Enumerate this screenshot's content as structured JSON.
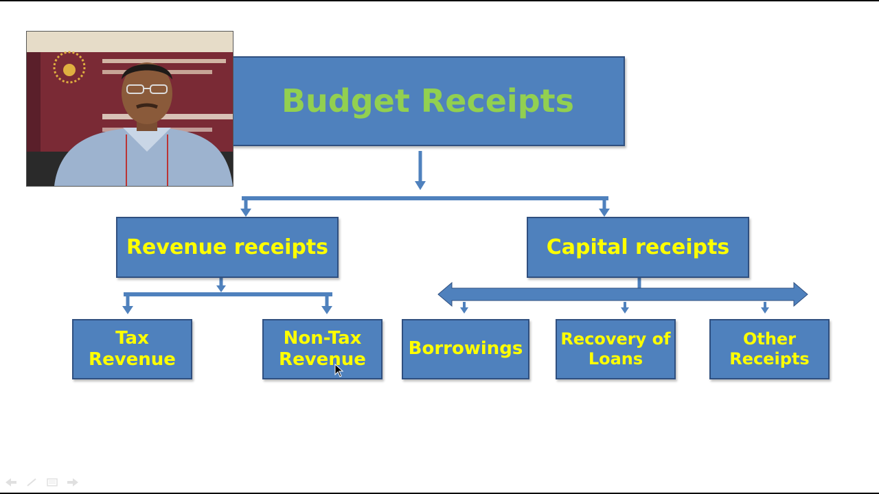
{
  "slide": {
    "title": "Budget Receipts",
    "level1": {
      "revenue": "Revenue receipts",
      "capital": "Capital receipts"
    },
    "leaves": {
      "tax": "Tax Revenue",
      "nontax": "Non-Tax Revenue",
      "borrowings": "Borrowings",
      "recovery": "Recovery of Loans",
      "other": "Other Receipts"
    }
  },
  "colors": {
    "box_fill": "#4f81bd",
    "box_border": "#2f4f7f",
    "title_text": "#92d050",
    "label_text": "#ffff00",
    "connector": "#4f81bd"
  },
  "video_overlay": {
    "description_icon": "presenter-webcam"
  },
  "controls": [
    "prev-icon",
    "pen-icon",
    "menu-icon",
    "next-icon"
  ]
}
